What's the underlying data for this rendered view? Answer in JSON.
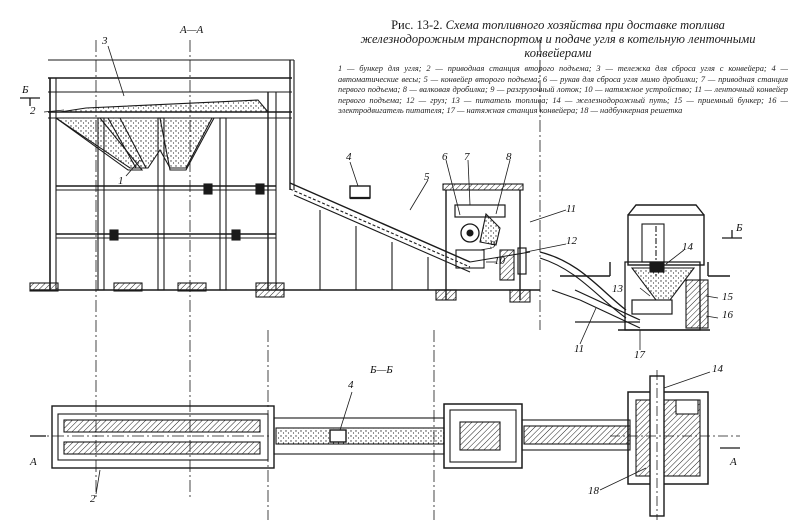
{
  "figure": {
    "caption_lead": "Рис. 13-2.",
    "caption_rest": "Схема топливного хозяйства при доставке топлива железнодорожным транспортом и подаче угля в котельную ленточными конвейерами",
    "legend": "1 — бункер для угля; 2 — приводная станция второго подъема; 3 — тележка для сброса угля с конвейера; 4 — автоматические весы; 5 — конвейер второго подъема; 6 — рукав для сброса угля мимо дробилки; 7 — приводная станция первого подъема; 8 — валковая дробилка; 9 — разгрузочный лоток; 10 — натяжное устройство; 11 — ленточный конвейер первого подъема; 12 — груз; 13 — питатель топлива; 14 — железнодорожный путь; 15 — приемный бункер; 16 — электродвигатель питателя; 17 — натяжная станция конвейера; 18 — надбункерная решетка"
  },
  "sections": {
    "aa": "А—А",
    "bb": "Б—Б",
    "a_mark": "А",
    "b_mark": "Б"
  },
  "callouts": {
    "n1": "1",
    "n2": "2",
    "n3": "3",
    "n4": "4",
    "n5": "5",
    "n6": "6",
    "n7": "7",
    "n8": "8",
    "n9": "9",
    "n10": "10",
    "n11": "11",
    "n12": "12",
    "n13": "13",
    "n14": "14",
    "n15": "15",
    "n16": "16",
    "n17": "17",
    "n18": "18"
  },
  "colors": {
    "ink": "#1a1a1a",
    "paper": "#ffffff",
    "coal": "#3a3a3a"
  }
}
